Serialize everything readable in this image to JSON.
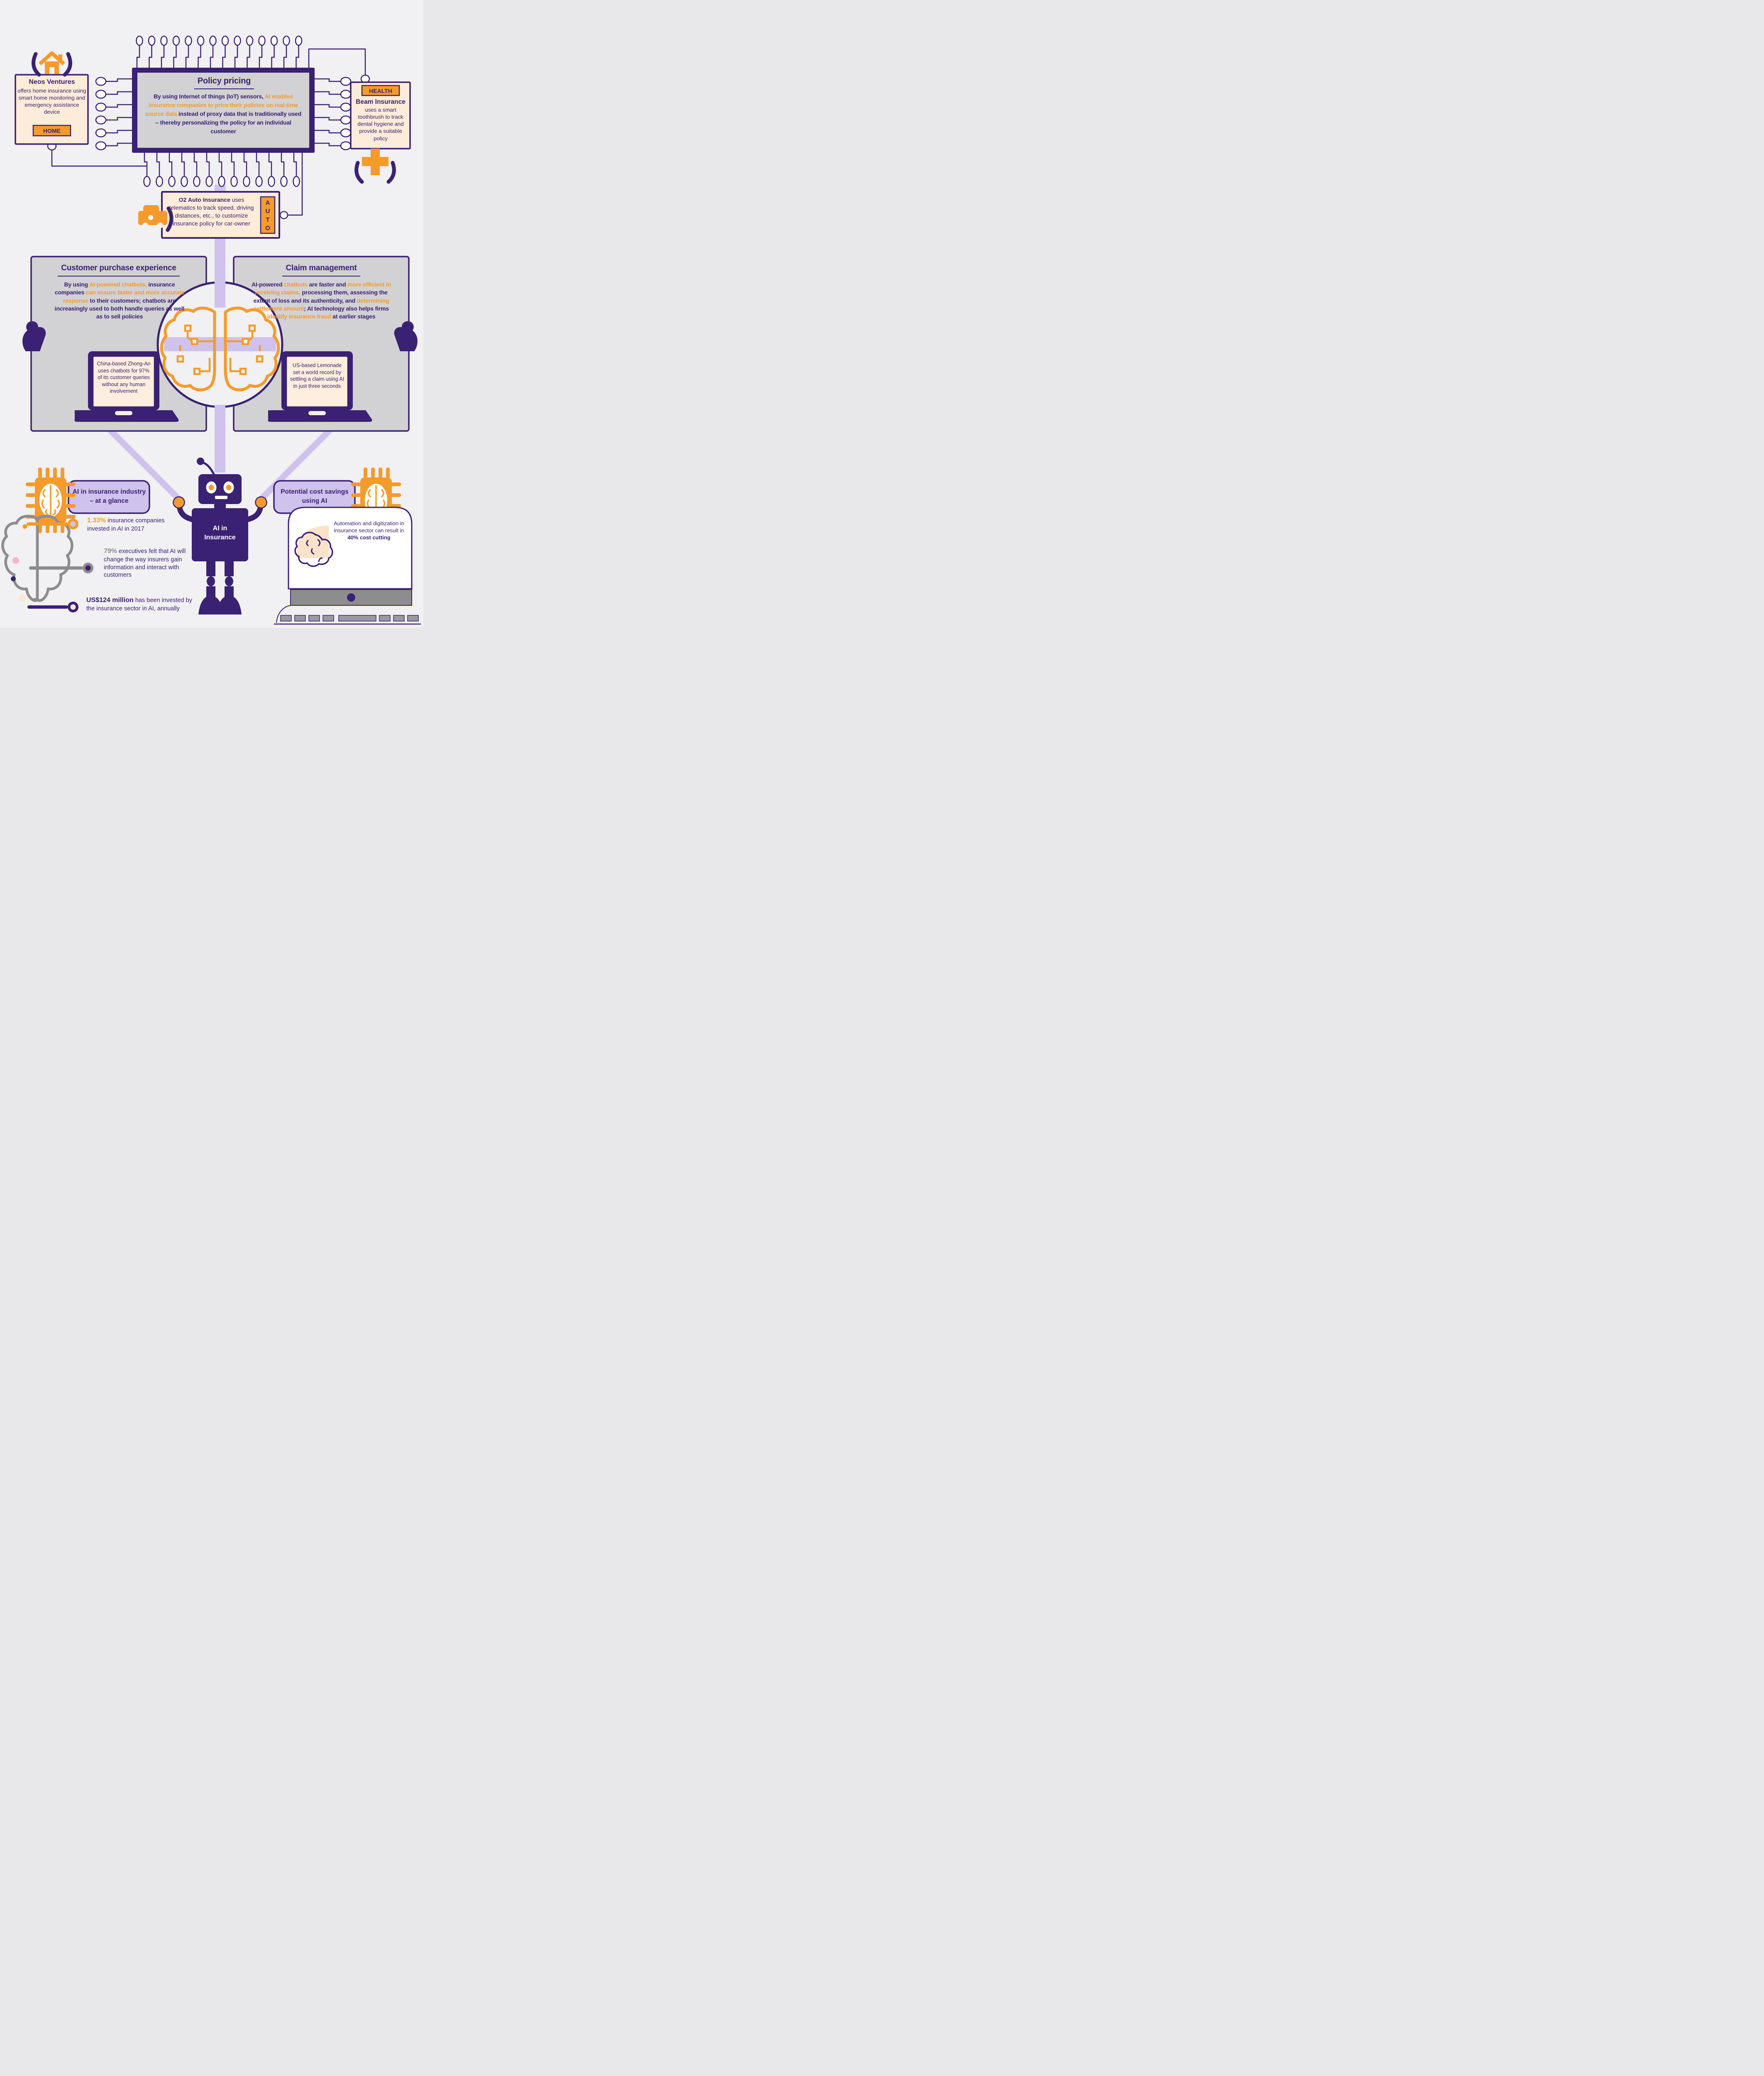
{
  "colors": {
    "background": "#f1f0f2",
    "purple": "#3a2173",
    "orange": "#f59b2b",
    "cream": "#fcecd9",
    "panel_gray": "#d2d1d3",
    "lavender": "#cfc2ec",
    "gray": "#8d8d90"
  },
  "icons": [
    "home-hands-icon",
    "chip-pins-icon",
    "health-cross-hands-icon",
    "car-hand-icon",
    "brain-circuit-icon",
    "chip-brain-icon",
    "robot-icon",
    "brain-outline-icon",
    "laptop-icon",
    "monitor-brain-icon",
    "keyboard-icon",
    "key-node-icon"
  ],
  "home_card": {
    "title": "Neos Ventures",
    "body": "offers home insurance using smart home monitoring and emergency assistance device",
    "badge": "HOME"
  },
  "policy_pricing": {
    "title": "Policy pricing",
    "body": [
      {
        "t": "By using Internet of things (IoT) sensors, ",
        "c": "p"
      },
      {
        "t": "AI enables insurance companies to price their policies on real-time source data",
        "c": "o"
      },
      {
        "t": " instead of proxy data that is traditionally used – thereby personalizing the policy for an individual customer",
        "c": "p"
      }
    ]
  },
  "health_card": {
    "badge": "HEALTH",
    "title": "Beam Insurance",
    "body": "uses a smart toothbrush to track dental hygiene and provide a suitable policy"
  },
  "auto_card": {
    "body": [
      {
        "t": "O2 Auto Insurance",
        "c": "b"
      },
      {
        "t": " uses telematics to track speed, driving distances, etc., to customize insurance policy for car-owner",
        "c": "p"
      }
    ],
    "badge": "A\nU\nT\nO"
  },
  "customer_panel": {
    "title": "Customer purchase experience",
    "body": [
      {
        "t": "By using ",
        "c": "p"
      },
      {
        "t": "AI-powered chatbots,",
        "c": "o"
      },
      {
        "t": " insurance companies ",
        "c": "p"
      },
      {
        "t": "can ensure faster and more accurate response",
        "c": "o"
      },
      {
        "t": " to their customers; chatbots are increasingly used to both handle queries as well as to sell policies",
        "c": "p"
      }
    ],
    "note": "China-based Zhong-An uses chatbots for 97% of its customer queries without any human involvement"
  },
  "claim_panel": {
    "title": "Claim management",
    "body": [
      {
        "t": "AI-powered ",
        "c": "p"
      },
      {
        "t": "chatbots",
        "c": "o"
      },
      {
        "t": " are faster and ",
        "c": "p"
      },
      {
        "t": "more efficient in receiving claims,",
        "c": "o"
      },
      {
        "t": " processing them, assessing the extent of loss and its authenticity, and ",
        "c": "p"
      },
      {
        "t": "determining settlement amount",
        "c": "o"
      },
      {
        "t": "; AI technology also helps firms ",
        "c": "p"
      },
      {
        "t": "identify insurance fraud",
        "c": "o"
      },
      {
        "t": " at earlier stages",
        "c": "p"
      }
    ],
    "note": "US-based Lemonade set a world record by settling a claim using AI in just three seconds"
  },
  "glance_badge": "AI in insurance industry – at a glance",
  "savings_badge": "Potential cost savings using AI",
  "robot_label": "AI in\nInsurance",
  "stats": [
    {
      "value": "1.33%",
      "text": " insurance companies invested in AI in 2017",
      "value_class": "o"
    },
    {
      "value": "79%",
      "text": " executives felt that AI will change the way insurers gain information and interact with customers",
      "value_class": "g"
    },
    {
      "value": "US$124 million",
      "text": " has been invested by the insurance sector in AI, annually",
      "value_class": "b"
    }
  ],
  "monitor_note": [
    {
      "t": "Automation and digitization in insurance sector can result in ",
      "c": "p"
    },
    {
      "t": "40% cost cutting",
      "c": "b"
    }
  ]
}
